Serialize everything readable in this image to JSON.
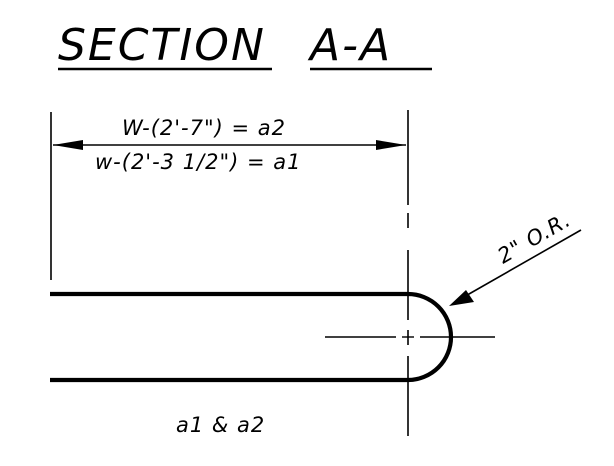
{
  "title": {
    "left": "SECTION",
    "right": "A-A"
  },
  "dimensions": {
    "upper": "W-(2'-7\") = a2",
    "lower": "w-(2'-3 1/2\") = a1"
  },
  "radius_note": "2\" O.R.",
  "part_label": "a1 & a2",
  "colors": {
    "ink": "#000000",
    "background": "#ffffff"
  }
}
